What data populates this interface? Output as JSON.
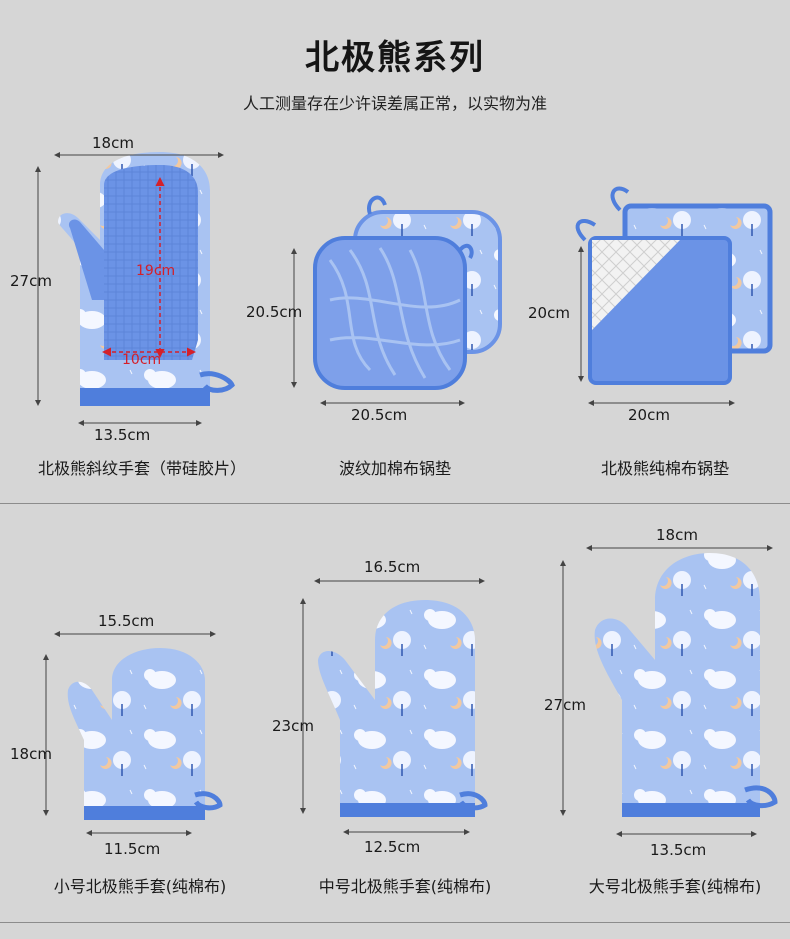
{
  "header": {
    "title": "北极熊系列",
    "subtitle": "人工测量存在少许误差属正常，以实物为准"
  },
  "colors": {
    "background": "#d6d6d6",
    "fabric": "#a9c3f2",
    "trim": "#4f7edc",
    "silicone": "#6b93e6"
  },
  "top_row": [
    {
      "caption": "北极熊斜纹手套（带硅胶片）",
      "dims": {
        "top": "18cm",
        "left": "27cm",
        "inner_height": "19cm",
        "inner_width": "10cm",
        "bottom": "13.5cm"
      }
    },
    {
      "caption": "波纹加棉布锅垫",
      "dims": {
        "left": "20.5cm",
        "bottom": "20.5cm"
      }
    },
    {
      "caption": "北极熊纯棉布锅垫",
      "dims": {
        "left": "20cm",
        "bottom": "20cm"
      }
    }
  ],
  "bottom_row": [
    {
      "caption": "小号北极熊手套(纯棉布)",
      "dims": {
        "top": "15.5cm",
        "left": "18cm",
        "bottom": "11.5cm"
      }
    },
    {
      "caption": "中号北极熊手套(纯棉布)",
      "dims": {
        "top": "16.5cm",
        "left": "23cm",
        "bottom": "12.5cm"
      }
    },
    {
      "caption": "大号北极熊手套(纯棉布)",
      "dims": {
        "top": "18cm",
        "left": "27cm",
        "bottom": "13.5cm"
      }
    }
  ]
}
